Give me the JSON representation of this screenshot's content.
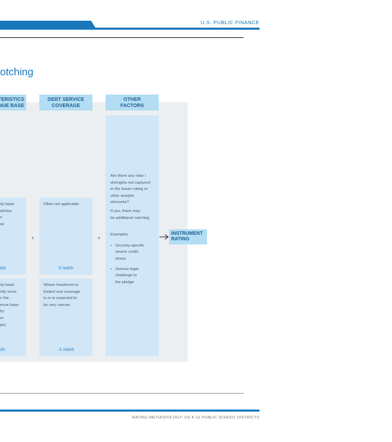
{
  "header": {
    "section": "U.S. PUBLIC FINANCE"
  },
  "heading": "otching",
  "columns": [
    {
      "lines": [
        "TERISTICS",
        "NUE BASE"
      ]
    },
    {
      "lines": [
        "DEBT SERVICE",
        "COVERAGE"
      ]
    },
    {
      "lines": [
        "OTHER",
        "FACTORS"
      ]
    }
  ],
  "revenue_cells": [
    {
      "lines": [
        "rty base",
        "atches",
        "s",
        "se"
      ],
      "notch": "tch"
    },
    {
      "lines": [
        "rty base",
        "ntly more",
        "n the",
        "enue base",
        "by",
        "or",
        "pe)"
      ],
      "notch": "ch"
    }
  ],
  "coverage_cells": [
    {
      "lines": [
        "Often not applicable"
      ],
      "notch": "0 notch"
    },
    {
      "lines": [
        "Where headroom is",
        "limited and coverage",
        "is or is expected to",
        "be very narrow"
      ],
      "notch": "-1 notch"
    }
  ],
  "other_factors": {
    "question": [
      "Are there any risks /",
      "strengths not captured",
      "in the issuer rating or",
      "other analytic",
      "elements?"
    ],
    "condition": [
      "If yes, there may",
      "be additional notching"
    ],
    "examples_label": "Examples",
    "examples": [
      [
        "Security-specific",
        "severe credit",
        "stress"
      ],
      [
        "Serious legal",
        "challenge to",
        "the pledge"
      ]
    ]
  },
  "operators": {
    "plus": "+"
  },
  "result": {
    "lines": [
      "INSTRUMENT",
      "RATING"
    ]
  },
  "footer": {
    "label": "RATING METHODOLOGY: US K-12 PUBLIC SCHOOL DISTRICTS"
  },
  "colors": {
    "brand_blue": "#1a77bd",
    "header_fill": "#b3ddf3",
    "cell_fill": "#d1e6f6",
    "panel_fill": "#eceff1"
  },
  "icons": {
    "arrow": "right-arrow-icon"
  }
}
